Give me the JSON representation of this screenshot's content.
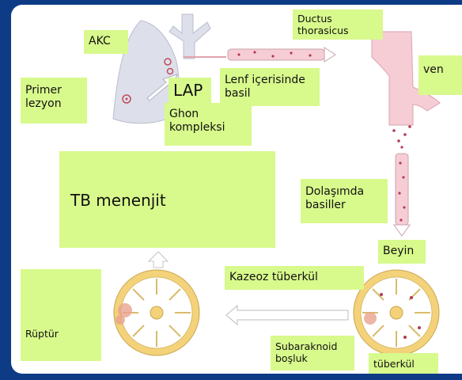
{
  "labels": {
    "akc": "AKC",
    "primer_lezyon": [
      "Primer",
      "lezyon"
    ],
    "lap": "LAP",
    "ghon_kompleksi": [
      "Ghon",
      "kompleksi"
    ],
    "lenf_icerisinde_basil": [
      "Lenf içerisinde",
      "basil"
    ],
    "ductus_thoracicus": [
      "Ductus",
      "thorasicus"
    ],
    "ven": "ven",
    "tb_menenjit": "TB menenjit",
    "dolasimda_basiller": [
      "Dolaşımda",
      "basiller"
    ],
    "beyin": "Beyin",
    "kazeoz_tuberkul": "Kazeoz tüberkül",
    "rupture": "Rüptür",
    "subaraknoid_bosluk": [
      "Subaraknoid",
      "boşluk"
    ],
    "tuberkul": "tüberkül"
  },
  "colors": {
    "background": "#0d3b86",
    "label_fill": "#d8f98c",
    "lung_fill": "#dde0ea",
    "vessel_fill": "#f7cdd5",
    "brain_ring": "#f3d27a"
  }
}
